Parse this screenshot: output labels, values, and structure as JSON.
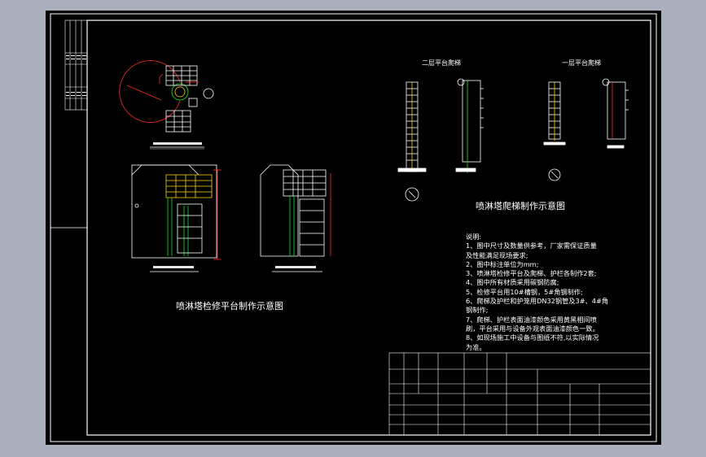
{
  "drawing": {
    "left_title": "喷淋塔检修平台制作示意图",
    "right_title": "喷淋塔爬梯制作示意图",
    "view_labels": {
      "second_floor": "二层平台爬梯",
      "first_floor": "一层平台爬梯"
    },
    "notes": {
      "heading": "说明:",
      "lines": [
        "1、图中尺寸及数量供参考，厂家需保证质量",
        "及性能满足现场要求;",
        "2、图中标注单位为mm;",
        "3、喷淋塔检修平台及爬梯、护栏各制作2套;",
        "4、图中所有材质采用碳钢防腐;",
        "5、检修平台用10#槽钢，5#角钢制作;",
        "6、爬梯及护栏和护笼用DN32钢管及3#、4#角",
        "钢制作;",
        "7、爬梯、护栏表面油漆颜色采用黄黑相间喷",
        "刷，平台采用与设备外观表面油漆颜色一致。",
        "8、如现场施工中设备与图纸不符,以实际情况",
        "为准。"
      ]
    }
  },
  "colors": {
    "background": "#a9b0bc",
    "sheet": "#000000",
    "lines": "#ffffff",
    "accent_green": "#19e619",
    "accent_red": "#ff2b2b",
    "accent_yellow": "#ffd400"
  }
}
